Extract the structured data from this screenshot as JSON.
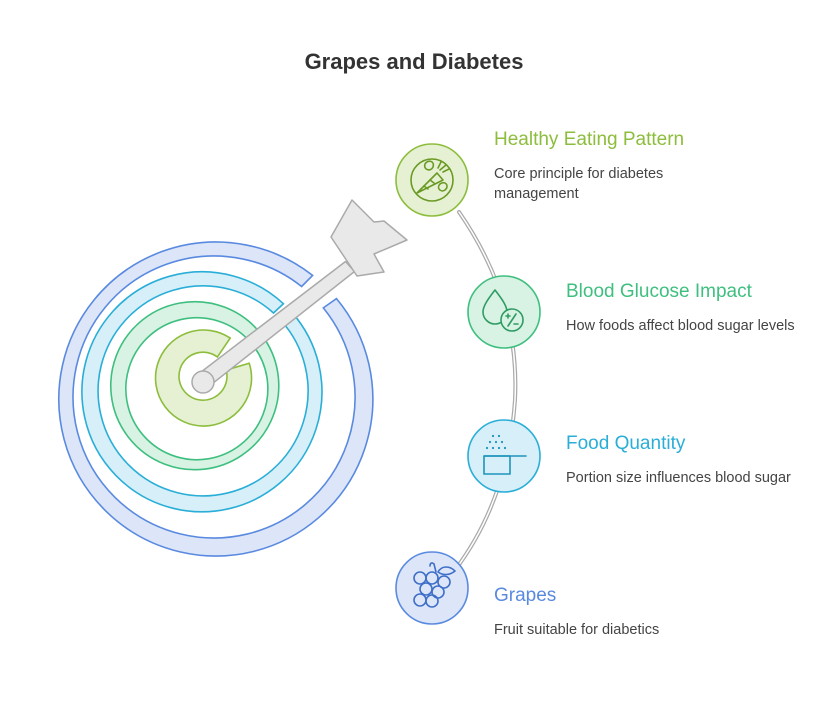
{
  "title": "Grapes and Diabetes",
  "colors": {
    "green_light": "#8cbd3c",
    "green": "#3fbf7f",
    "cyan": "#2aaed8",
    "blue": "#5a8ae0",
    "gray": "#aaaaaa"
  },
  "items": [
    {
      "title": "Healthy Eating Pattern",
      "description": "Core principle for diabetes management",
      "icon": "vegetables-icon",
      "color": "#8cbd3c"
    },
    {
      "title": "Blood Glucose Impact",
      "description": "How foods affect blood sugar levels",
      "icon": "blood-drop-plus-minus-icon",
      "color": "#3fbf7f"
    },
    {
      "title": "Food Quantity",
      "description": "Portion size influences blood sugar",
      "icon": "measuring-cup-icon",
      "color": "#2aaed8"
    },
    {
      "title": "Grapes",
      "description": "Fruit suitable for diabetics",
      "icon": "grapes-icon",
      "color": "#5a8ae0"
    }
  ]
}
